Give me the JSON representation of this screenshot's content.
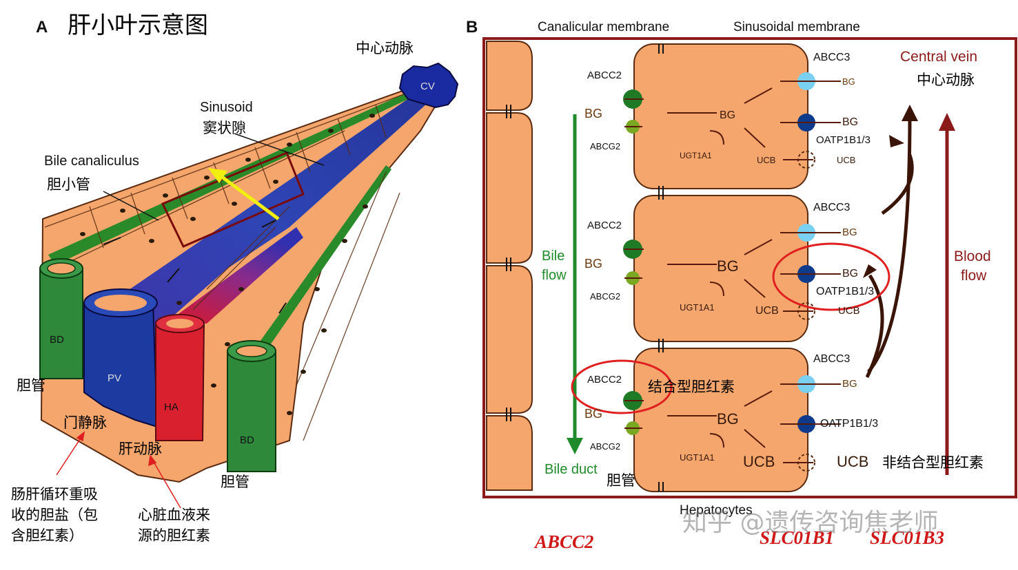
{
  "panel_a": {
    "letter": "A",
    "title": "肝小叶示意图",
    "central_vessel_cn": "中心动脉",
    "cv_label": "CV",
    "sinusoid_en": "Sinusoid",
    "sinusoid_cn": "窦状隙",
    "bile_canaliculus_en": "Bile canaliculus",
    "bile_canaliculus_cn": "胆小管",
    "bd_label": "BD",
    "pv_label": "PV",
    "ha_label": "HA",
    "bile_duct_cn": "胆管",
    "portal_vein_cn": "门静脉",
    "hepatic_artery_cn": "肝动脉",
    "note_enterohepatic": [
      "肠肝循环重吸",
      "收的胆盐（包",
      "含胆红素）"
    ],
    "note_heart_blood": [
      "心脏血液来",
      "源的胆红素"
    ]
  },
  "panel_b": {
    "letter": "B",
    "canalicular_membrane": "Canalicular membrane",
    "sinusoidal_membrane": "Sinusoidal membrane",
    "central_vein_en": "Central vein",
    "central_vein_cn": "中心动脉",
    "bile_flow": [
      "Bile",
      "flow"
    ],
    "blood_flow": [
      "Blood",
      "flow"
    ],
    "bile_duct_en": "Bile duct",
    "bile_duct_cn": "胆管",
    "hepatocytes": "Hepatocytes",
    "abcc2": "ABCC2",
    "abcg2": "ABCG2",
    "abcc3": "ABCC3",
    "oatp": "OATP1B1/3",
    "ugt": "UGT1A1",
    "bg": "BG",
    "ucb": "UCB",
    "conjugated_bilirubin_cn": "结合型胆红素",
    "unconjugated_bilirubin_cn": "非结合型胆红素"
  },
  "bottom": {
    "gene_abcc2": "ABCC2",
    "gene_slco1b1": "SLC01B1",
    "gene_slco1b3": "SLC01B3",
    "watermark": "知乎 @遗传咨询焦老师"
  },
  "colors": {
    "hepatocyte": "#f4a66c",
    "frame": "#8b1a1a",
    "bile_green": "#1e8a2a",
    "portal_blue": "#1c3aa0",
    "artery_red": "#d02030",
    "highlight_red": "#e02020",
    "arrow_yellow": "#f2ee10"
  }
}
